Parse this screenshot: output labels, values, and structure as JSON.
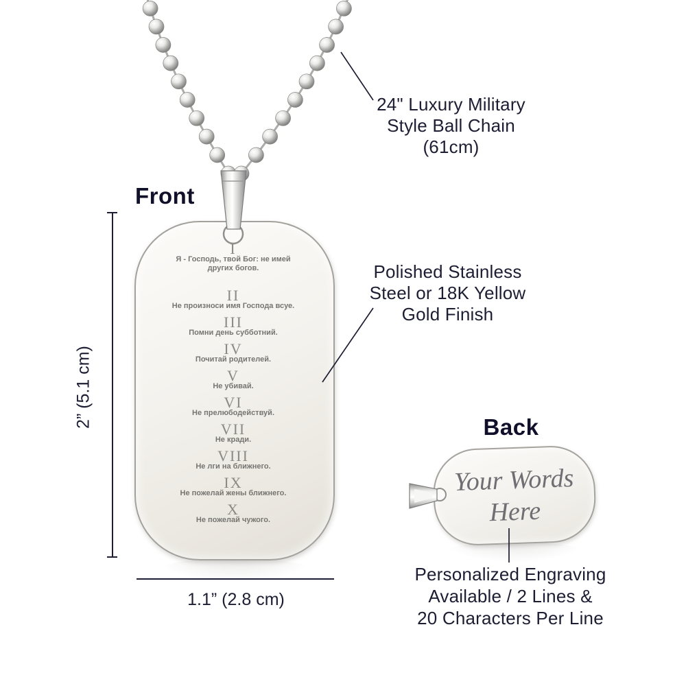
{
  "front": {
    "label": "Front",
    "tag_engraving": [
      {
        "numeral": "I",
        "text": "Я - Господь, твой Бог: не имей\nдругих богов."
      },
      {
        "numeral": "II",
        "text": "Не произноси имя Господа всуе."
      },
      {
        "numeral": "III",
        "text": "Помни день субботний."
      },
      {
        "numeral": "IV",
        "text": "Почитай родителей."
      },
      {
        "numeral": "V",
        "text": "Не убивай."
      },
      {
        "numeral": "VI",
        "text": "Не прелюбодействуй."
      },
      {
        "numeral": "VII",
        "text": "Не кради."
      },
      {
        "numeral": "VIII",
        "text": "Не лги на ближнего."
      },
      {
        "numeral": "IX",
        "text": "Не пожелай жены ближнего."
      },
      {
        "numeral": "X",
        "text": "Не пожелай чужого."
      }
    ]
  },
  "back": {
    "label": "Back",
    "engraving": "Your Words\nHere"
  },
  "annotations": {
    "chain_note": "24\" Luxury Military\nStyle Ball Chain\n(61cm)",
    "finish_note": "Polished Stainless\nSteel or 18K Yellow\nGold Finish",
    "personalization_note": "Personalized Engraving\nAvailable / 2 Lines &\n20 Characters Per Line"
  },
  "dimensions": {
    "height_label": "2” (5.1 cm)",
    "width_label": "1.1” (2.8 cm)"
  },
  "colors": {
    "annotation_text": "#1d1d33",
    "heading_text": "#10102a",
    "engraved_numeral": "#8b8a86",
    "engraved_text": "#767571",
    "script_engraving": "#6f6e72",
    "metal_silver": "#d9d9d7",
    "tag_surface": "#f3f1ec",
    "tag_edge": "#a3a19c"
  }
}
